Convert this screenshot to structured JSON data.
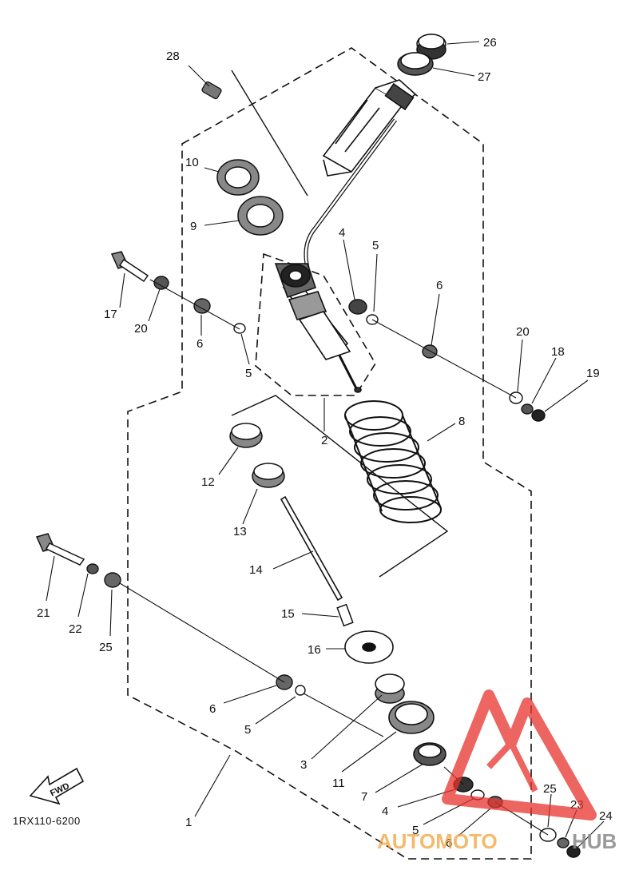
{
  "diagram": {
    "part_numbers": [
      "1",
      "2",
      "3",
      "4",
      "4",
      "5",
      "5",
      "5",
      "5",
      "6",
      "6",
      "6",
      "6",
      "7",
      "8",
      "9",
      "10",
      "11",
      "12",
      "13",
      "14",
      "15",
      "16",
      "17",
      "18",
      "19",
      "20",
      "20",
      "21",
      "22",
      "23",
      "24",
      "25",
      "25",
      "26",
      "27",
      "28"
    ],
    "labels": {
      "n1": "1",
      "n2": "2",
      "n3": "3",
      "n4a": "4",
      "n4b": "4",
      "n5a": "5",
      "n5b": "5",
      "n5c": "5",
      "n5d": "5",
      "n6a": "6",
      "n6b": "6",
      "n6c": "6",
      "n6d": "6",
      "n7": "7",
      "n8": "8",
      "n9": "9",
      "n10": "10",
      "n11": "11",
      "n12": "12",
      "n13": "13",
      "n14": "14",
      "n15": "15",
      "n16": "16",
      "n17": "17",
      "n18": "18",
      "n19": "19",
      "n20a": "20",
      "n20b": "20",
      "n21": "21",
      "n22": "22",
      "n23": "23",
      "n24": "24",
      "n25a": "25",
      "n25b": "25",
      "n26": "26",
      "n27": "27",
      "n28": "28"
    },
    "fwd_label": "FWD",
    "drawing_code": "1RX110-6200",
    "colors": {
      "ink": "#111111",
      "watermark_red": "#e8322d",
      "watermark_orange": "#f2a23a",
      "watermark_gray": "#8a8a8a"
    }
  },
  "watermark": {
    "brand_part1": "AUTOMOTO",
    "brand_part2": "HUB"
  }
}
